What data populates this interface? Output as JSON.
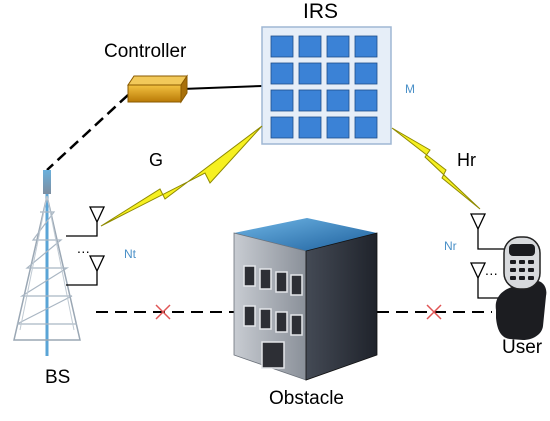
{
  "labels": {
    "irs": "IRS",
    "controller": "Controller",
    "g": "G",
    "hr": "Hr",
    "bs": "BS",
    "obstacle": "Obstacle",
    "user": "User",
    "m": "M",
    "nt": "Nt",
    "nr": "Nr",
    "dots": "..."
  },
  "colors": {
    "irs_frame": "#e6eef8",
    "irs_cell": "#3b82d6",
    "controller": "#d79a11",
    "lightning_fill": "#f6f021",
    "blocked_mark": "#e05555",
    "link_line": "#000000",
    "small_label": "#4a90c8"
  },
  "icons": {
    "irs": "irs-panel-icon",
    "controller": "controller-box-icon",
    "bs": "tower-icon",
    "obstacle": "building-icon",
    "user": "phone-icon"
  }
}
